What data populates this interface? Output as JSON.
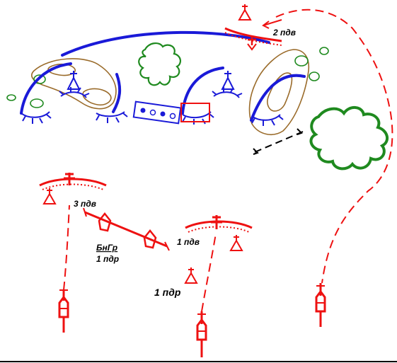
{
  "map": {
    "labels": {
      "second_platoon": "2 пдв",
      "third_platoon": "3 пдв",
      "first_platoon": "1 пдв",
      "first_company": "1 пдр",
      "armored_group_line1": "БнГр",
      "armored_group_line2": "1 пдр"
    },
    "colors": {
      "own_forces": "#ee1111",
      "enemy_forces": "#1a1ad8",
      "vegetation": "#1f8a1f",
      "terrain_relief": "#9a6b2a",
      "boundary": "#000000"
    },
    "symbols": [
      "observation-post-icon",
      "armored-vehicle-icon",
      "trench-line",
      "forest-area",
      "terrain-contour",
      "boundary-line"
    ]
  }
}
